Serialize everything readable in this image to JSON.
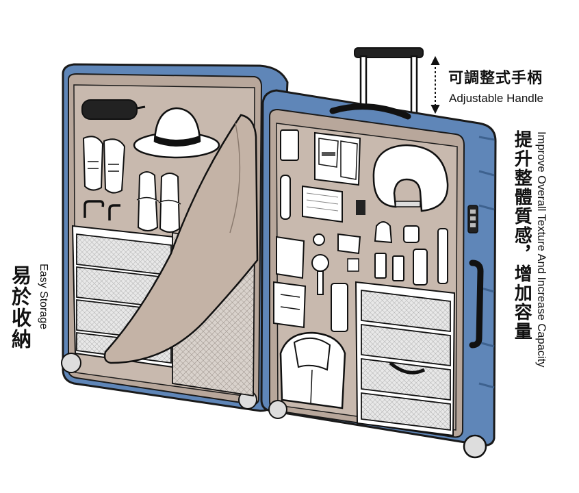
{
  "labels": {
    "handle_zh": "可調整式手柄",
    "handle_en": "Adjustable Handle",
    "easy_zh": "易於收納",
    "easy_en": "Easy Storage",
    "improve_zh": "提升整體質感，增加容量",
    "improve_en": "Improve Overall Texture And Increase Capacity"
  },
  "icons": [
    "suitcase-illustration",
    "telescopic-handle-icon",
    "double-arrow-icon",
    "combination-lock-icon",
    "sleep-mask-icon",
    "sun-hat-icon",
    "sneakers-icon",
    "slippers-icon",
    "hanger-hook-icon",
    "folded-clothes-icon",
    "neck-pillow-icon",
    "passport-wallet-icon",
    "notebook-icon",
    "toiletry-bottle-icon",
    "jacket-icon",
    "mesh-divider-icon"
  ],
  "colors": {
    "shell": "#5f86b8",
    "shell_dark": "#3e628f",
    "lining": "#c8b9ae",
    "lining_dark": "#a8978b",
    "outline": "#1a1a1a",
    "clothes": "#f2f2f2"
  }
}
